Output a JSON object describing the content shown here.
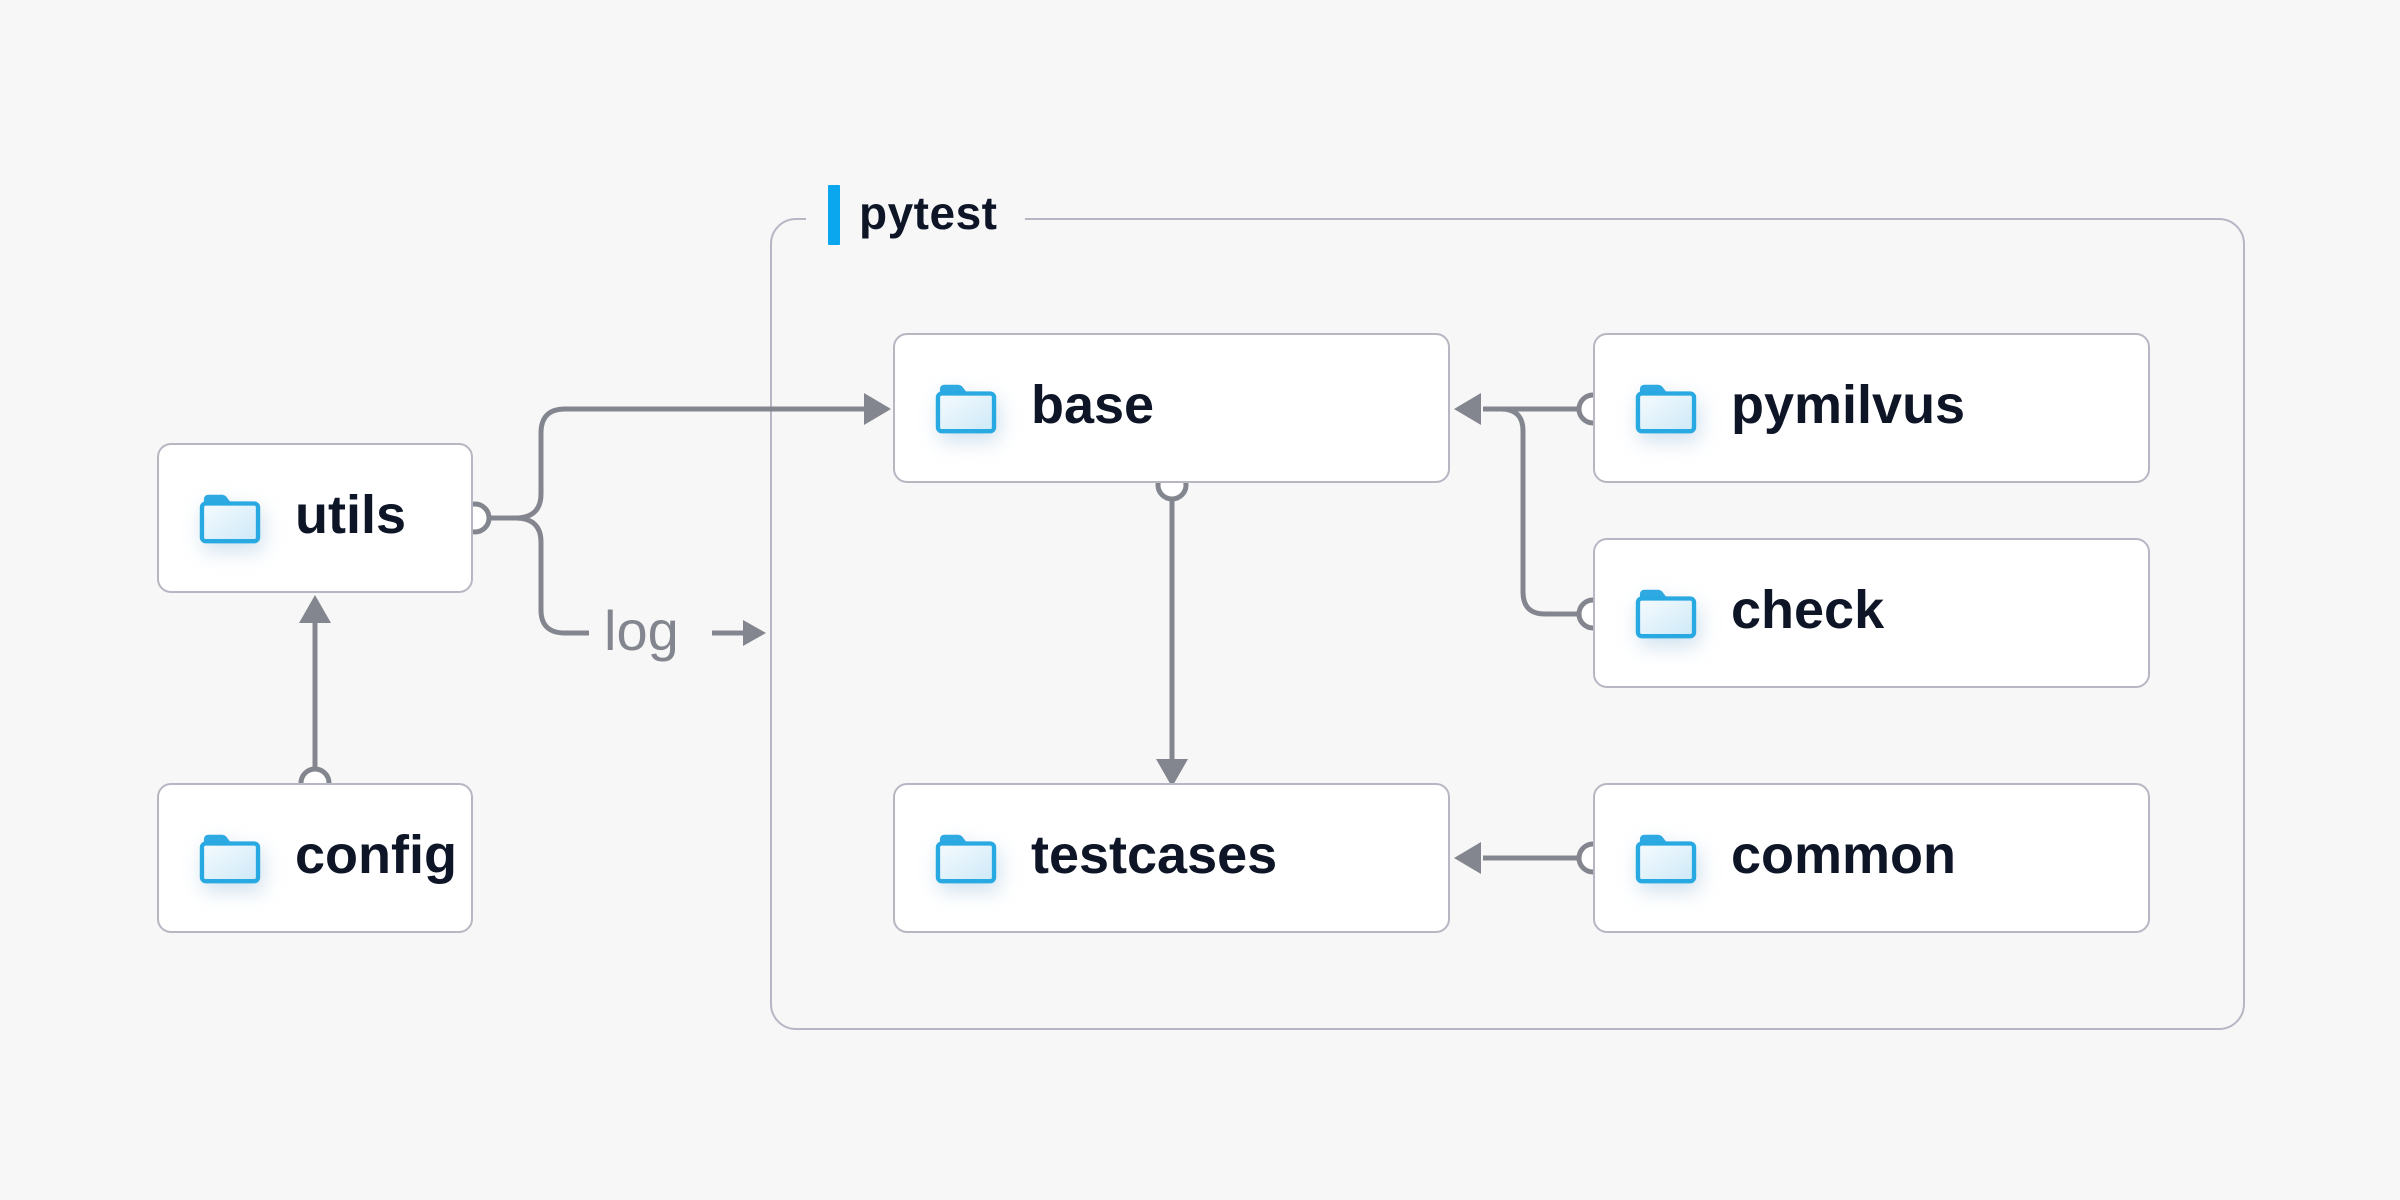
{
  "diagram": {
    "group": {
      "label": "pytest"
    },
    "nodes": {
      "utils": {
        "label": "utils",
        "icon": "folder-icon"
      },
      "config": {
        "label": "config",
        "icon": "folder-icon"
      },
      "base": {
        "label": "base",
        "icon": "folder-icon"
      },
      "testcases": {
        "label": "testcases",
        "icon": "folder-icon"
      },
      "pymilvus": {
        "label": "pymilvus",
        "icon": "folder-icon"
      },
      "check": {
        "label": "check",
        "icon": "folder-icon"
      },
      "common": {
        "label": "common",
        "icon": "folder-icon"
      }
    },
    "edges": [
      {
        "from": "config",
        "to": "utils"
      },
      {
        "from": "utils",
        "to": "base"
      },
      {
        "from": "utils",
        "to": "log",
        "label": "log"
      },
      {
        "from": "base",
        "to": "testcases"
      },
      {
        "from": "pymilvus",
        "to": "base"
      },
      {
        "from": "check",
        "to": "base"
      },
      {
        "from": "common",
        "to": "testcases"
      }
    ],
    "edge_labels": {
      "log": "log"
    }
  },
  "colors": {
    "background": "#f7f7f8",
    "node_fill": "#ffffff",
    "node_border": "#b6b7c2",
    "group_border": "#b6b7c2",
    "connector": "#84868f",
    "text": "#0d1527",
    "edge_label_text": "#84868f",
    "accent_blue": "#0aa7ef",
    "folder_blue": "#29a9e1"
  }
}
